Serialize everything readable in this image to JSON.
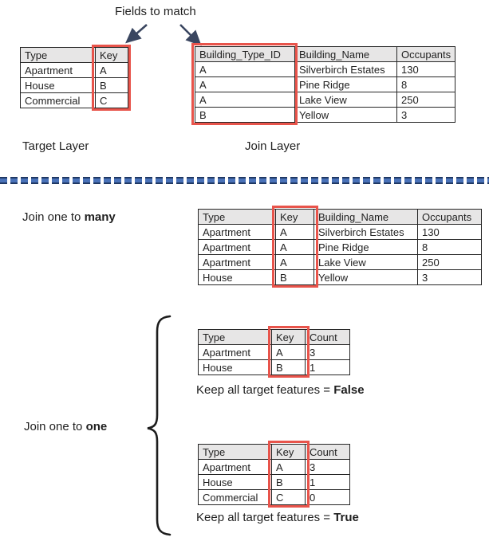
{
  "colors": {
    "red_box": "#e8544b",
    "header_bg": "#e7e6e6",
    "arrow_navy": "#3a4660",
    "divider_blue": "#4a72b8",
    "divider_dark": "#1f3864"
  },
  "fields_to_match_label": "Fields to match",
  "target_table": {
    "headers": [
      "Type",
      "Key"
    ],
    "rows": [
      [
        "Apartment",
        "A"
      ],
      [
        "House",
        "B"
      ],
      [
        "Commercial",
        "C"
      ]
    ],
    "caption": "Target Layer"
  },
  "join_table": {
    "headers": [
      "Building_Type_ID",
      "Building_Name",
      "Occupants"
    ],
    "rows": [
      [
        "A",
        "Silverbirch Estates",
        "130"
      ],
      [
        "A",
        "Pine Ridge",
        "8"
      ],
      [
        "A",
        "Lake View",
        "250"
      ],
      [
        "B",
        "Yellow",
        "3"
      ]
    ],
    "caption": "Join Layer"
  },
  "join_many": {
    "label_prefix": "Join one to ",
    "label_bold": "many",
    "table": {
      "headers": [
        "Type",
        "Key",
        "Building_Name",
        "Occupants"
      ],
      "rows": [
        [
          "Apartment",
          "A",
          "Silverbirch Estates",
          "130"
        ],
        [
          "Apartment",
          "A",
          "Pine Ridge",
          "8"
        ],
        [
          "Apartment",
          "A",
          "Lake View",
          "250"
        ],
        [
          "House",
          "B",
          "Yellow",
          "3"
        ]
      ]
    }
  },
  "join_one": {
    "label_prefix": "Join one to ",
    "label_bold": "one",
    "false_table": {
      "headers": [
        "Type",
        "Key",
        "Count"
      ],
      "rows": [
        [
          "Apartment",
          "A",
          "3"
        ],
        [
          "House",
          "B",
          "1"
        ]
      ],
      "caption_prefix": "Keep all target features = ",
      "caption_bold": "False"
    },
    "true_table": {
      "headers": [
        "Type",
        "Key",
        "Count"
      ],
      "rows": [
        [
          "Apartment",
          "A",
          "3"
        ],
        [
          "House",
          "B",
          "1"
        ],
        [
          "Commercial",
          "C",
          "0"
        ]
      ],
      "caption_prefix": "Keep all target features = ",
      "caption_bold": "True"
    }
  }
}
